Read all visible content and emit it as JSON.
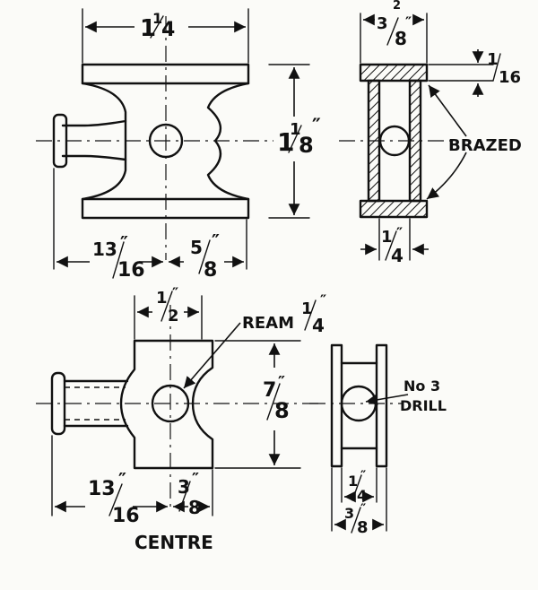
{
  "top_left": {
    "width_whole": "1",
    "width_num": "1",
    "width_den": "4",
    "height_whole": "1",
    "height_num": "1",
    "height_den": "8",
    "height_mark": "″",
    "left_num": "13",
    "left_den": "16",
    "left_mark": "″",
    "right_num": "5",
    "right_den": "8",
    "right_mark": "″"
  },
  "top_right": {
    "top_small": "2",
    "width_num": "3",
    "width_den": "8",
    "width_mark": "″",
    "gap_num": "1",
    "gap_den": "16",
    "brazed": "BRAZED",
    "bottom_num": "1",
    "bottom_den": "4",
    "bottom_mark": "″"
  },
  "bottom_left": {
    "top_num": "1",
    "top_den": "2",
    "top_mark": "″",
    "ream_label": "REAM",
    "ream_num": "1",
    "ream_den": "4",
    "ream_mark": "″",
    "height_num": "7",
    "height_den": "8",
    "height_mark": "″",
    "left_num": "13",
    "left_den": "16",
    "left_mark": "″",
    "right_num": "3",
    "right_den": "8",
    "right_mark": "″",
    "centre": "CENTRE"
  },
  "bottom_right": {
    "drill_line1": "No 3",
    "drill_line2": "DRILL",
    "inner_num": "1",
    "inner_den": "4",
    "inner_mark": "″",
    "outer_num": "3",
    "outer_den": "8",
    "outer_mark": "″"
  }
}
